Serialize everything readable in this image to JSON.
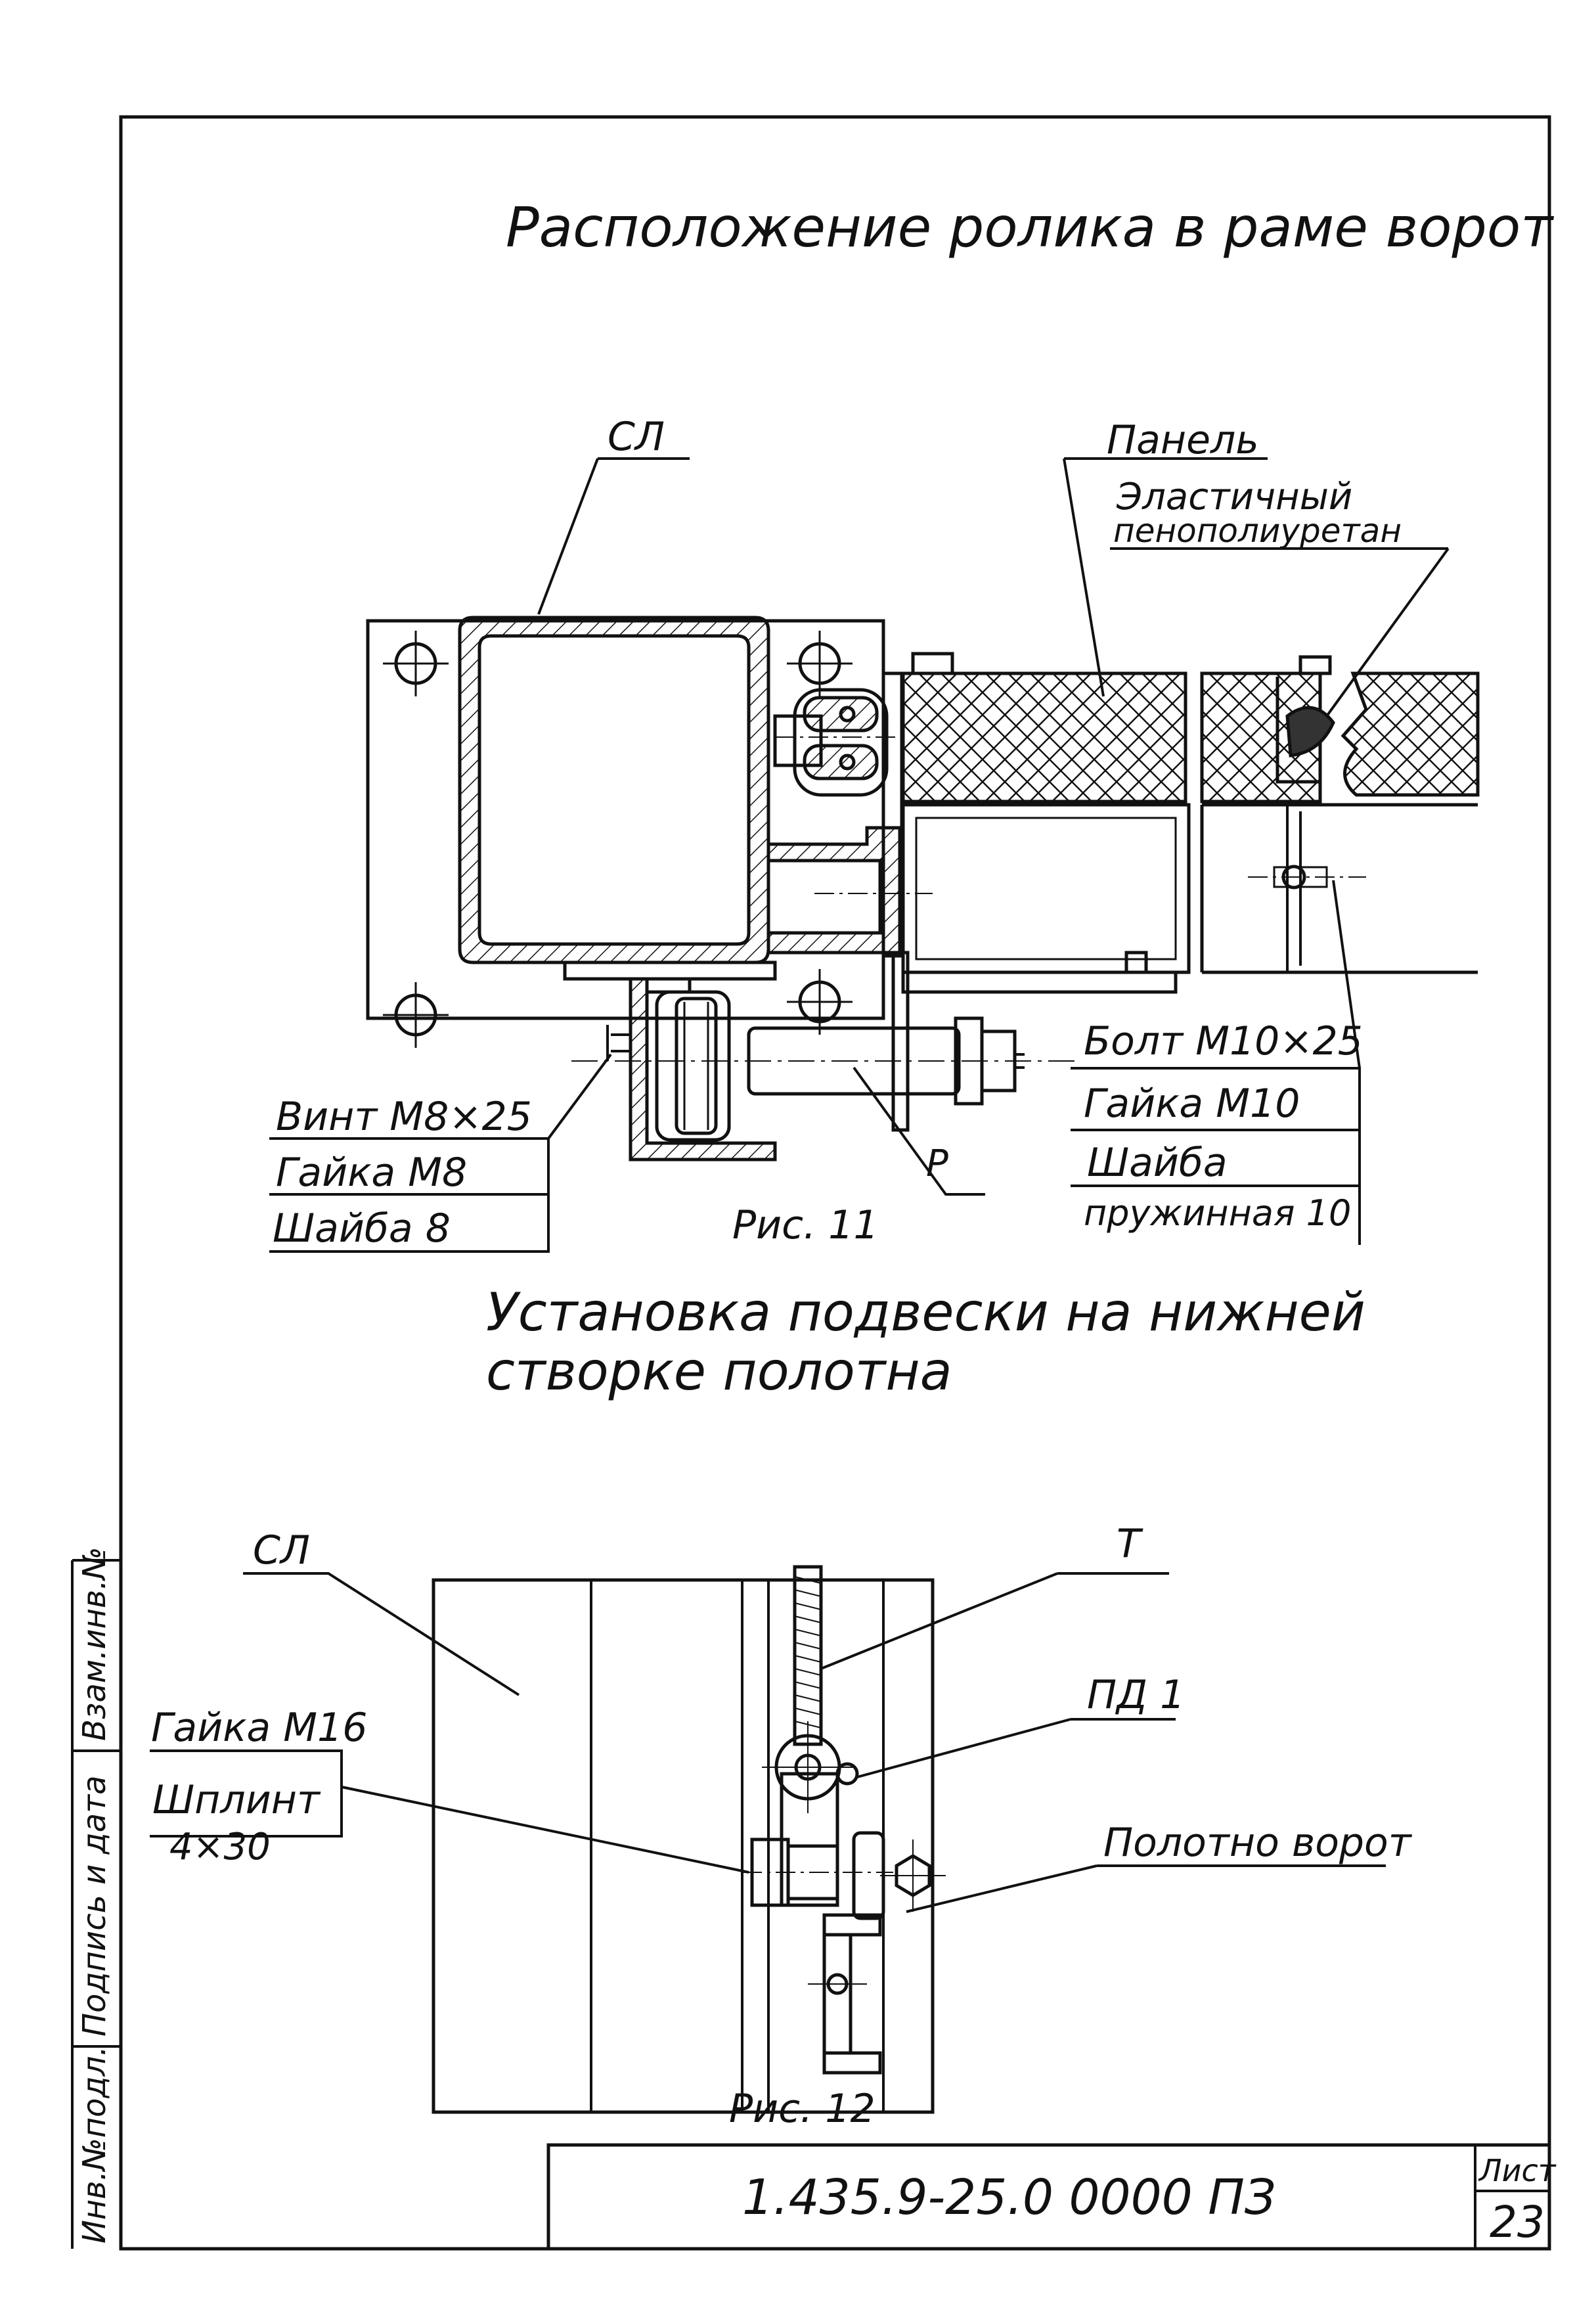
{
  "title": "Расположение ролика в раме ворот",
  "fig11": {
    "caption": "Рис. 11",
    "labels": {
      "sl": "СЛ",
      "panel": "Панель",
      "elastic_1": "Эластичный",
      "elastic_2": "пенополиуретан",
      "bolt": "Болт М10×25",
      "nut_m10": "Гайка М10",
      "washer_1": "Шайба",
      "washer_2": "пружинная 10",
      "screw": "Винт М8×25",
      "nut_m8": "Гайка М8",
      "washer_8": "Шайба 8",
      "p": "Р"
    }
  },
  "subtitle_1": "Установка подвески на нижней",
  "subtitle_2": "створке полотна",
  "fig12": {
    "caption": "Рис. 12",
    "labels": {
      "sl": "СЛ",
      "t": "Т",
      "pd1": "ПД 1",
      "nut_m16": "Гайка М16",
      "cotter_1": "Шплинт",
      "cotter_2": "4×30",
      "door_leaf": "Полотно ворот"
    }
  },
  "side_stamp": {
    "inv_replace": "Взам.инв.№",
    "signature_date": "Подпись и дата",
    "inv_original": "Инв.№подл."
  },
  "stamp": {
    "doc_code": "1.435.9-25.0 0000 ПЗ",
    "sheet_label": "Лист",
    "sheet_number": "23"
  }
}
